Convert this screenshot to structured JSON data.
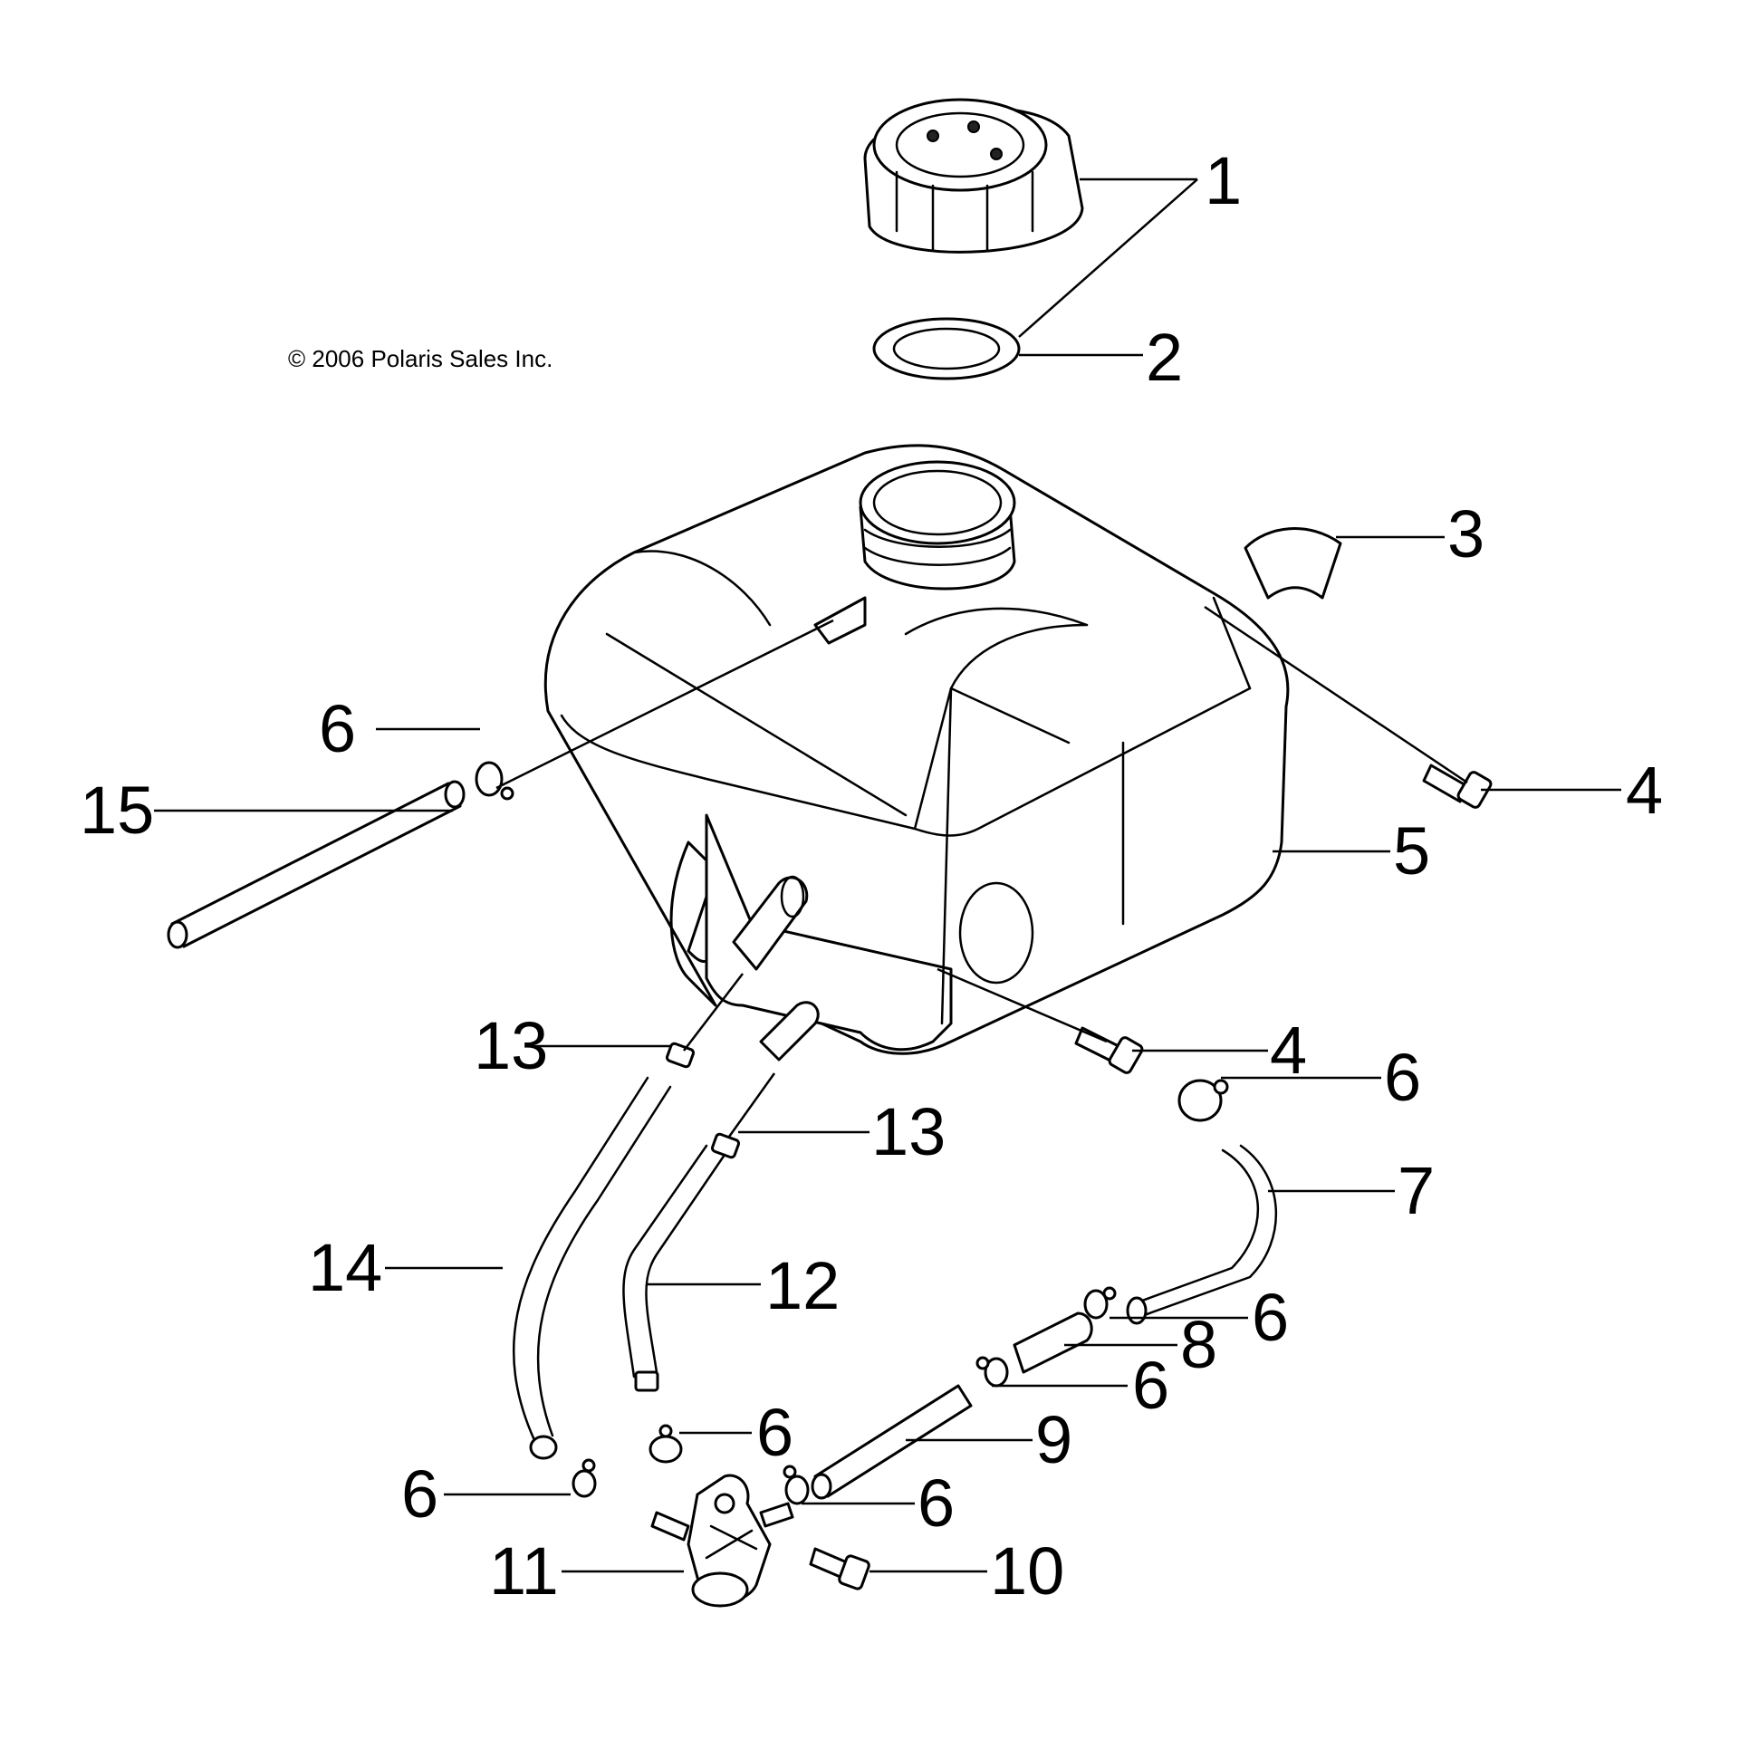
{
  "copyright": "© 2006 Polaris Sales Inc.",
  "callouts": {
    "c1": "1",
    "c2": "2",
    "c3": "3",
    "c4a": "4",
    "c4b": "4",
    "c5": "5",
    "c6a": "6",
    "c6b": "6",
    "c6c": "6",
    "c6d": "6",
    "c6e": "6",
    "c6f": "6",
    "c6g": "6",
    "c7": "7",
    "c8": "8",
    "c9": "9",
    "c10": "10",
    "c11": "11",
    "c12": "12",
    "c13a": "13",
    "c13b": "13",
    "c14": "14",
    "c15": "15"
  }
}
